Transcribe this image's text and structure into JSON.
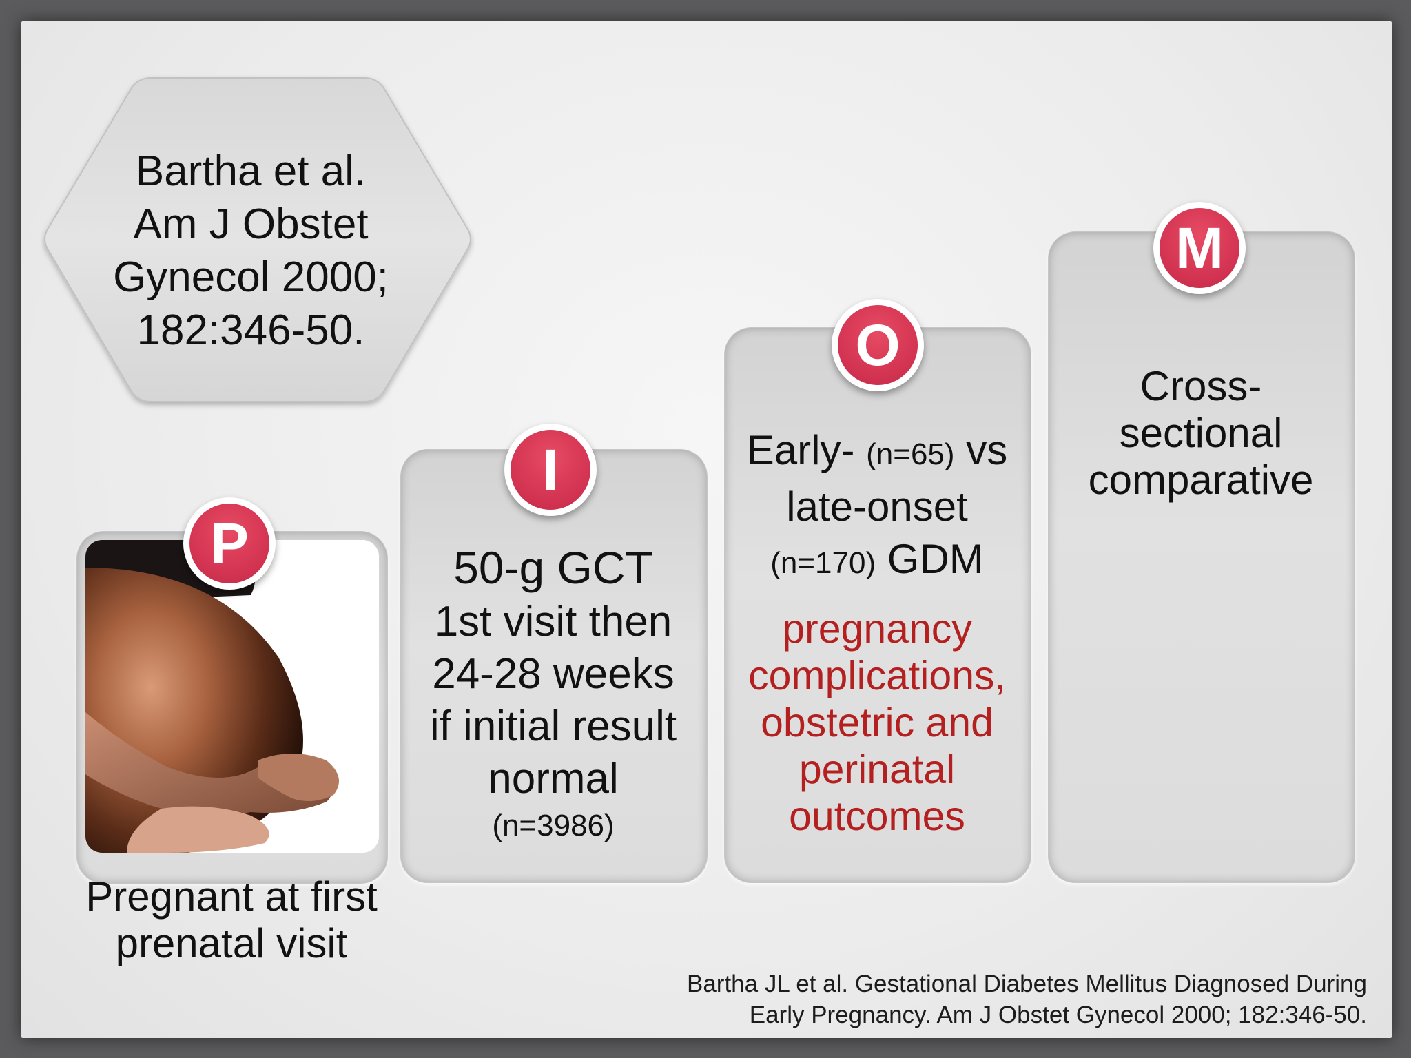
{
  "citation_box": {
    "lines": [
      "Bartha et al.",
      "Am J Obstet",
      "Gynecol 2000;",
      "182:346-50."
    ]
  },
  "colors": {
    "badge_red": "#d43553",
    "outcome_text_red": "#b3201f",
    "card_gray": "#dcdcdc",
    "frame_gray": "#5b5b5d"
  },
  "pico": {
    "p": {
      "letter": "P",
      "image": "pregnant-belly-photo",
      "caption_lines": [
        "Pregnant at first",
        "prenatal visit"
      ]
    },
    "i": {
      "letter": "I",
      "title": "50-g GCT",
      "lines": [
        "1st visit then",
        "24-28 weeks",
        "if initial result",
        "normal"
      ],
      "n": "(n=3986)"
    },
    "o": {
      "letter": "O",
      "line1_main": "Early-",
      "line1_n": "(n=65)",
      "line1_tail": "vs",
      "line2": "late-onset",
      "line3_n": "(n=170)",
      "line3_main": "GDM",
      "outcomes_lines": [
        "pregnancy",
        "complications,",
        "obstetric and",
        "perinatal",
        "outcomes"
      ]
    },
    "m": {
      "letter": "M",
      "lines": [
        "Cross-",
        "sectional",
        "comparative"
      ]
    }
  },
  "footer": {
    "lines": [
      "Bartha JL et al. Gestational Diabetes Mellitus Diagnosed During",
      "Early Pregnancy. Am J Obstet Gynecol 2000; 182:346-50."
    ]
  }
}
